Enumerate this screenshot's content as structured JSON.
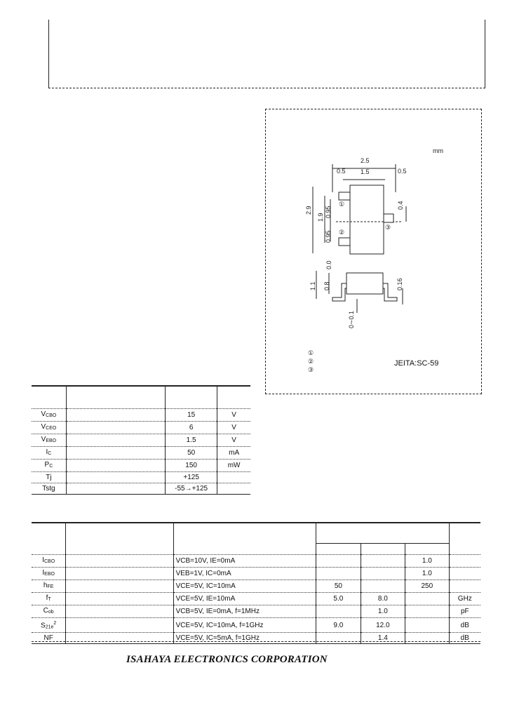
{
  "package": {
    "unit": "mm",
    "dims": {
      "w25": "2.5",
      "w15": "1.5",
      "w05a": "0.5",
      "w05b": "0.5",
      "h29": "2.9",
      "h19": "1.9",
      "h095a": "0.95",
      "h095b": "0.95",
      "h04": "0.4",
      "h00": "0.0",
      "h11": "1.1",
      "h08": "0.8",
      "h016": "0.16",
      "h001": "0∼0.1"
    },
    "pins": {
      "p1": "①",
      "p2": "②",
      "p3": "③"
    },
    "legend": [
      "①",
      "②",
      "③"
    ],
    "jeita": "JEITA:SC-59"
  },
  "max_ratings": {
    "rows": [
      {
        "sym": "V",
        "sub": "CBO",
        "val": "15",
        "unit": "V"
      },
      {
        "sym": "V",
        "sub": "CEO",
        "val": "6",
        "unit": "V"
      },
      {
        "sym": "V",
        "sub": "EBO",
        "val": "1.5",
        "unit": "V"
      },
      {
        "sym": "I",
        "sub": "C",
        "val": "50",
        "unit": "mA"
      },
      {
        "sym": "P",
        "sub": "C",
        "val": "150",
        "unit": "mW"
      },
      {
        "sym": "Tj",
        "sub": "",
        "val": "+125",
        "unit": ""
      },
      {
        "sym": "Tstg",
        "sub": "",
        "val": "-55→+125",
        "unit": ""
      }
    ]
  },
  "electrical": {
    "rows": [
      {
        "sym": "I",
        "sub": "CBO",
        "cond": "VCB=10V, IE=0mA",
        "min": "",
        "typ": "",
        "max": "1.0",
        "unit": ""
      },
      {
        "sym": "I",
        "sub": "EBO",
        "cond": "VEB=1V, IC=0mA",
        "min": "",
        "typ": "",
        "max": "1.0",
        "unit": ""
      },
      {
        "sym": "h",
        "sub": "FE",
        "cond": "VCE=5V, IC=10mA",
        "min": "50",
        "typ": "",
        "max": "250",
        "unit": ""
      },
      {
        "sym": "f",
        "sub": "T",
        "cond": "VCE=5V, IE=10mA",
        "min": "5.0",
        "typ": "8.0",
        "max": "",
        "unit": "GHz"
      },
      {
        "sym": "C",
        "sub": "ob",
        "cond": "VCB=5V, IE=0mA, f=1MHz",
        "min": "",
        "typ": "1.0",
        "max": "",
        "unit": "pF"
      },
      {
        "sym": "S",
        "sub": "21e",
        "sup": "2",
        "cond": "VCE=5V, IC=10mA, f=1GHz",
        "min": "9.0",
        "typ": "12.0",
        "max": "",
        "unit": "dB"
      },
      {
        "sym": "NF",
        "sub": "",
        "cond": "VCE=5V, IC=5mA, f=1GHz",
        "min": "",
        "typ": "1.4",
        "max": "",
        "unit": "dB"
      }
    ]
  },
  "footer": {
    "company": "ISAHAYA ELECTRONICS CORPORATION"
  }
}
